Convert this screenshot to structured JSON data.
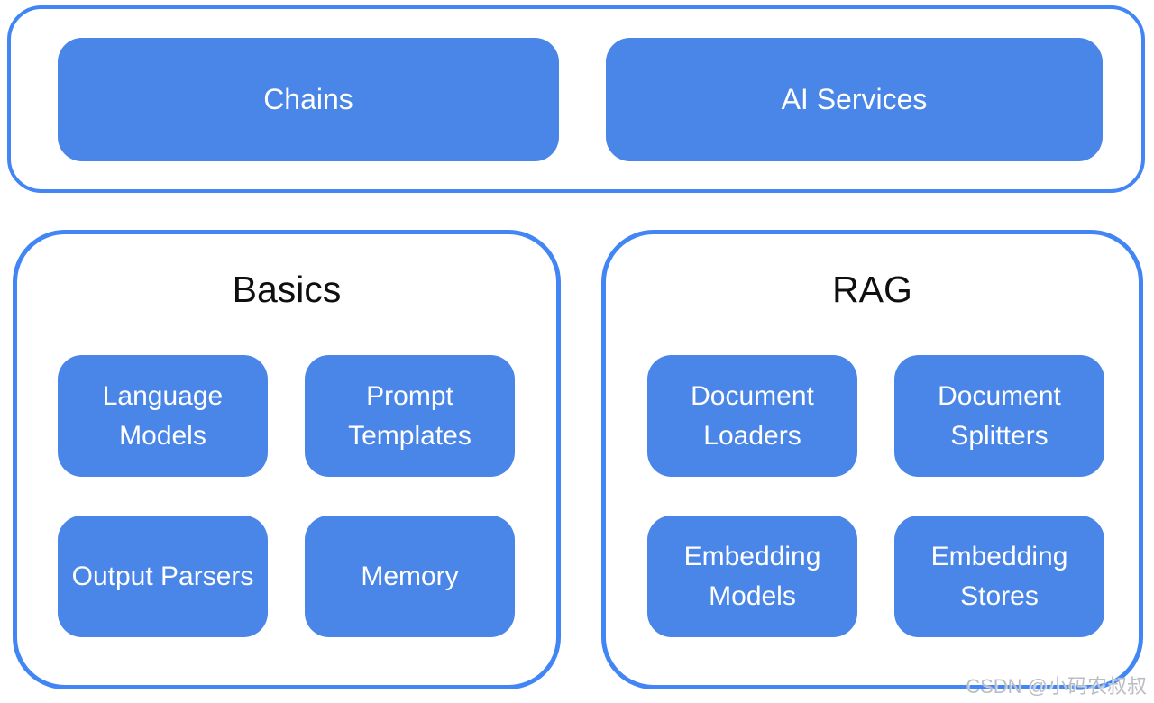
{
  "colors": {
    "box_fill": "#4a86e8",
    "outline": "#4285f4",
    "box_text": "#ffffff",
    "title_text": "#0f0f0f",
    "watermark": "#b9bdc3"
  },
  "top_group": {
    "items": [
      {
        "label": "Chains"
      },
      {
        "label": "AI Services"
      }
    ]
  },
  "groups": [
    {
      "title": "Basics",
      "items": [
        {
          "label": "Language Models"
        },
        {
          "label": "Prompt Templates"
        },
        {
          "label": "Output Parsers"
        },
        {
          "label": "Memory"
        }
      ]
    },
    {
      "title": "RAG",
      "items": [
        {
          "label": "Document Loaders"
        },
        {
          "label": "Document Splitters"
        },
        {
          "label": "Embedding Models"
        },
        {
          "label": "Embedding Stores"
        }
      ]
    }
  ],
  "watermark": {
    "text": "CSDN @小码农叔叔"
  }
}
